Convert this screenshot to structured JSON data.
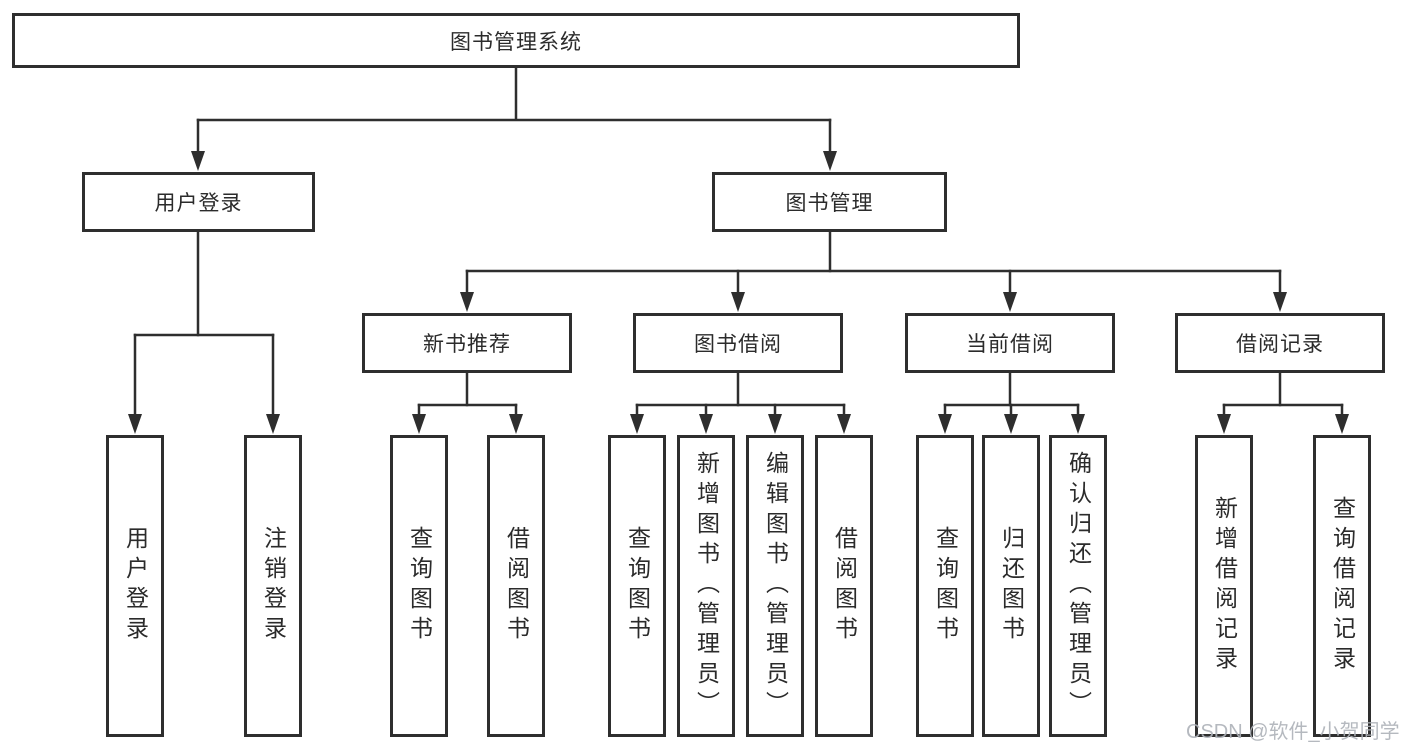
{
  "tree": {
    "label": "图书管理系统",
    "children": [
      {
        "label": "用户登录",
        "children": [
          {
            "label": "用户登录"
          },
          {
            "label": "注销登录"
          }
        ]
      },
      {
        "label": "图书管理",
        "children": [
          {
            "label": "新书推荐",
            "children": [
              {
                "label": "查询图书"
              },
              {
                "label": "借阅图书"
              }
            ]
          },
          {
            "label": "图书借阅",
            "children": [
              {
                "label": "查询图书"
              },
              {
                "label": "新增图书（管理员）"
              },
              {
                "label": "编辑图书（管理员）"
              },
              {
                "label": "借阅图书"
              }
            ]
          },
          {
            "label": "当前借阅",
            "children": [
              {
                "label": "查询图书"
              },
              {
                "label": "归还图书"
              },
              {
                "label": "确认归还（管理员）"
              }
            ]
          },
          {
            "label": "借阅记录",
            "children": [
              {
                "label": "新增借阅记录"
              },
              {
                "label": "查询借阅记录"
              }
            ]
          }
        ]
      }
    ]
  },
  "watermark": {
    "text": "CSDN @软件_小贺同学"
  },
  "colors": {
    "line": "#2e2e2e",
    "text": "#2b2b2b",
    "watermark": "#aeb2b9",
    "background": "#ffffff"
  }
}
